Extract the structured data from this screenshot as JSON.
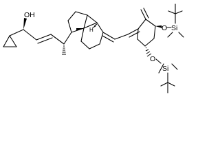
{
  "labels": {
    "hydroxyl": "OH",
    "silyl_ether_oxygen_top": "O",
    "silicon_top": "Si",
    "silyl_ether_oxygen_bottom": "O",
    "silicon_bottom": "Si",
    "angular_hydrogen": "H"
  }
}
